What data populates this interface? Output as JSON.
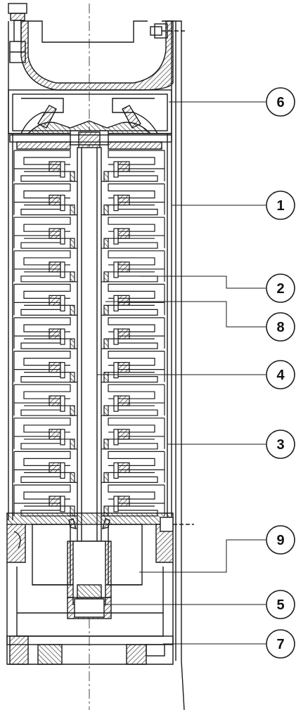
{
  "diagram": {
    "stage_count": 11,
    "colors": {
      "stroke": "#1a1a1a",
      "paper": "#ffffff",
      "hatch": "#1a1a1a"
    },
    "callouts": [
      {
        "id": "c6",
        "label": "6"
      },
      {
        "id": "c1",
        "label": "1"
      },
      {
        "id": "c2",
        "label": "2"
      },
      {
        "id": "c8",
        "label": "8"
      },
      {
        "id": "c4",
        "label": "4"
      },
      {
        "id": "c3",
        "label": "3"
      },
      {
        "id": "c9",
        "label": "9"
      },
      {
        "id": "c5",
        "label": "5"
      },
      {
        "id": "c7",
        "label": "7"
      }
    ]
  }
}
